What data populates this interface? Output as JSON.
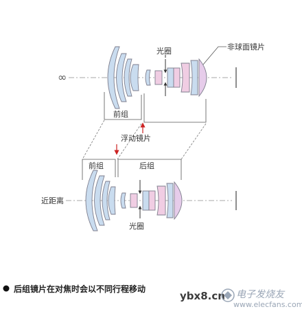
{
  "labels": {
    "infinity": "∞",
    "aperture_top": "光圈",
    "aspheric_lens": "非球面镜片",
    "front_group_top": "前组",
    "floating_lens": "浮动镜片",
    "front_group_bottom": "前组",
    "rear_group": "后组",
    "near_distance": "近距离",
    "aperture_bottom": "光圈"
  },
  "caption": "后组镜片在对焦时会以不同行程移动",
  "watermark": {
    "site_left": "ybx8.cn",
    "brand": "电子发烧友",
    "url": "www.elecfans.com"
  },
  "colors": {
    "lens_blue": "#c9dcef",
    "lens_pink": "#f0cde3",
    "lens_purple": "#e6ccea",
    "outline": "#7d7d8c",
    "arrow_red": "#cc2222"
  }
}
